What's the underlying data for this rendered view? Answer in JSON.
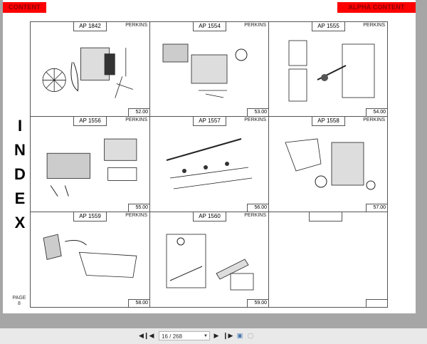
{
  "header": {
    "left_tag": "CONTENT",
    "right_tag": "ALPHA CONTENT",
    "tag_color": "#ff0000"
  },
  "index_letters": [
    "I",
    "N",
    "D",
    "E",
    "X"
  ],
  "page_label": {
    "label": "PAGE",
    "number": "8"
  },
  "cells": [
    {
      "code": "AP 1842",
      "brand": "PERKINS",
      "page": "52.00",
      "subject": "engine assembly with fan and belt"
    },
    {
      "code": "AP 1554",
      "brand": "PERKINS",
      "page": "53.00",
      "subject": "cylinder block"
    },
    {
      "code": "AP 1555",
      "brand": "PERKINS",
      "page": "54.00",
      "subject": "pistons, connecting rods, crankshaft"
    },
    {
      "code": "AP 1556",
      "brand": "PERKINS",
      "page": "55.00",
      "subject": "cylinder head and valves"
    },
    {
      "code": "AP 1557",
      "brand": "PERKINS",
      "page": "56.00",
      "subject": "rocker shaft assembly"
    },
    {
      "code": "AP 1558",
      "brand": "PERKINS",
      "page": "57.00",
      "subject": "timing case and gears"
    },
    {
      "code": "AP 1559",
      "brand": "PERKINS",
      "page": "58.00",
      "subject": "oil pump and sump"
    },
    {
      "code": "AP 1560",
      "brand": "PERKINS",
      "page": "59.00",
      "subject": "rocker cover"
    },
    {
      "code": "",
      "brand": "",
      "page": "",
      "subject": "empty"
    }
  ],
  "toolbar": {
    "first_icon": "first-page-icon",
    "prev_icon": "previous-page-icon",
    "page_value": "16 / 268",
    "next_icon": "next-page-icon",
    "last_icon": "last-page-icon",
    "view1_icon": "page-view-icon",
    "view2_icon": "two-page-view-icon"
  }
}
